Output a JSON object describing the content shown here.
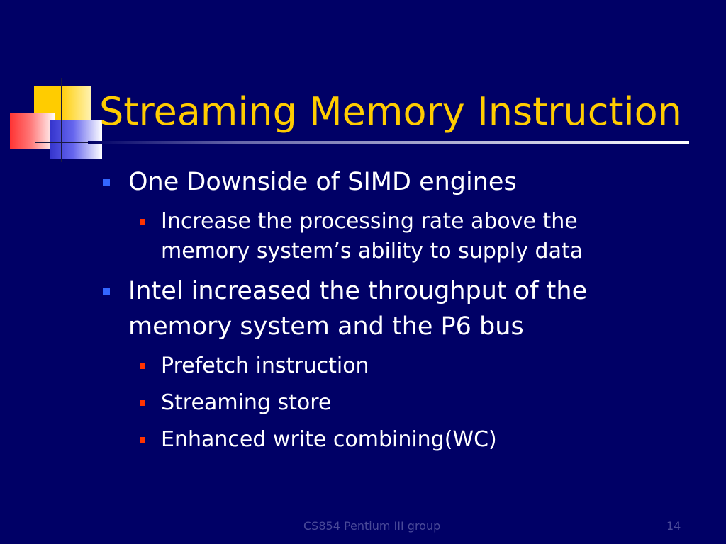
{
  "slide": {
    "title": "Streaming Memory Instruction",
    "bullets": [
      {
        "text": "One Downside of SIMD engines",
        "subitems": [
          "Increase the processing rate above the memory system’s ability to supply data"
        ]
      },
      {
        "text": "Intel increased the throughput of the memory system and the P6 bus",
        "subitems": [
          "Prefetch instruction",
          "Streaming store",
          "Enhanced write combining(WC)"
        ]
      }
    ],
    "footer": {
      "center": "CS854 Pentium III group",
      "page_number": "14"
    }
  },
  "colors": {
    "background": "#000066",
    "title": "#ffcc00",
    "text": "#ffffff",
    "level1_bullet": "#3366ff",
    "level2_bullet": "#ff3300",
    "footer": "#4a4a99"
  }
}
